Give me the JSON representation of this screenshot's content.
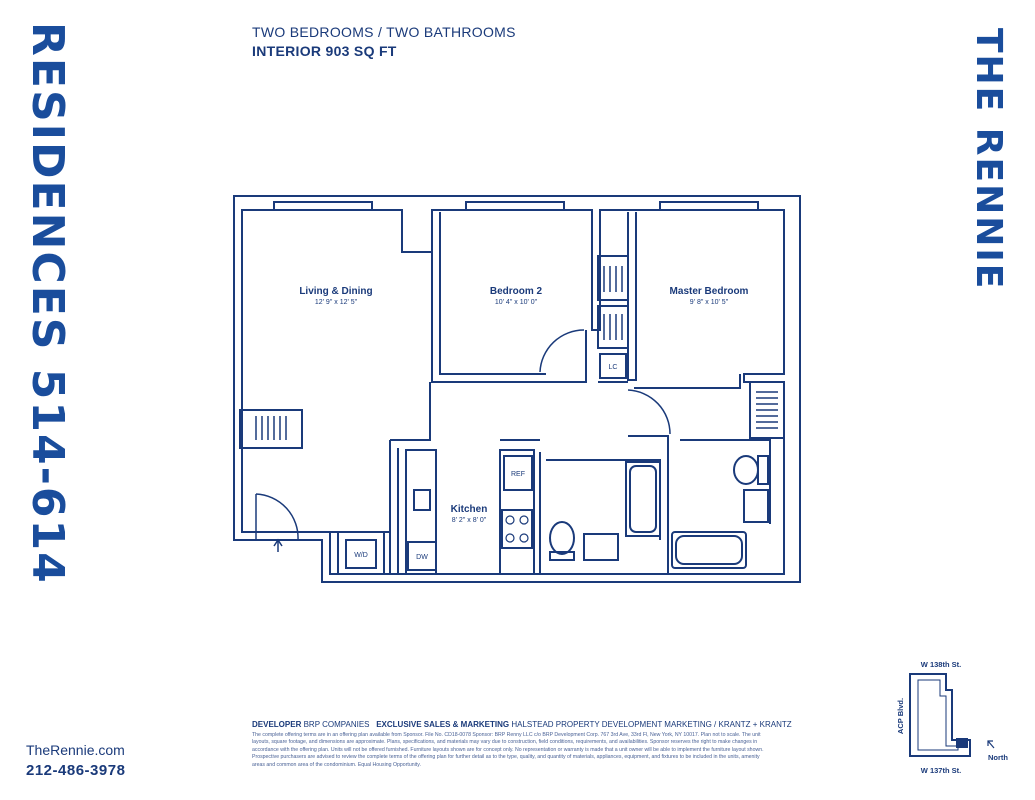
{
  "building_name": "THE RENNIE",
  "residence_label": "RESIDENCES 514-614",
  "header": {
    "bed_bath": "TWO BEDROOMS  /  TWO BATHROOMS",
    "interior": "INTERIOR 903 SQ FT"
  },
  "rooms": {
    "living": {
      "name": "Living & Dining",
      "dims": "12' 9\" x 12' 5\""
    },
    "bedroom2": {
      "name": "Bedroom 2",
      "dims": "10' 4\" x 10' 0\""
    },
    "master": {
      "name": "Master Bedroom",
      "dims": "9' 8\" x 10' 5\""
    },
    "kitchen": {
      "name": "Kitchen",
      "dims": "8' 2\" x 8' 0\""
    }
  },
  "fixtures": {
    "linen_closet": "LC",
    "refrigerator": "REF",
    "dishwasher": "DW",
    "washer_dryer": "W/D"
  },
  "keymap": {
    "north_street": "W 138th St.",
    "south_street": "W 137th St.",
    "west_street": "ACP Blvd.",
    "north": "North"
  },
  "credits": {
    "developer_label": "DEVELOPER",
    "developer": "BRP COMPANIES",
    "sales_label": "EXCLUSIVE SALES & MARKETING",
    "sales": "HALSTEAD PROPERTY DEVELOPMENT MARKETING / KRANTZ + KRANTZ"
  },
  "legal": "The complete offering terms are in an offering plan available from Sponsor. File No. CD18-0078 Sponsor: BRP Renny LLC c/o BRP Development Corp. 767 3rd Ave, 33rd Fl, New York, NY 10017. Plan not to scale. The unit layouts, square footage, and dimensions are approximate. Plans, specifications, and materials may vary due to construction, field conditions, requirements, and availabilities. Sponsor reserves the right to make changes in accordance with the offering plan. Units will not be offered furnished. Furniture layouts shown are for concept only. No representation or warranty is made that a unit owner will be able to implement the furniture layout shown. Prospective purchasers are advised to review the complete terms of the offering plan for further detail as to the type, quality, and quantity of materials, appliances, equipment, and fixtures to be included in the units, amenity areas and common area of the condominium. Equal Housing Opportunity.",
  "contact": {
    "website": "TheRennie.com",
    "phone": "212-486-3978"
  },
  "colors": {
    "brand_blue": "#1a4d9c",
    "line": "#1a3a7a"
  }
}
